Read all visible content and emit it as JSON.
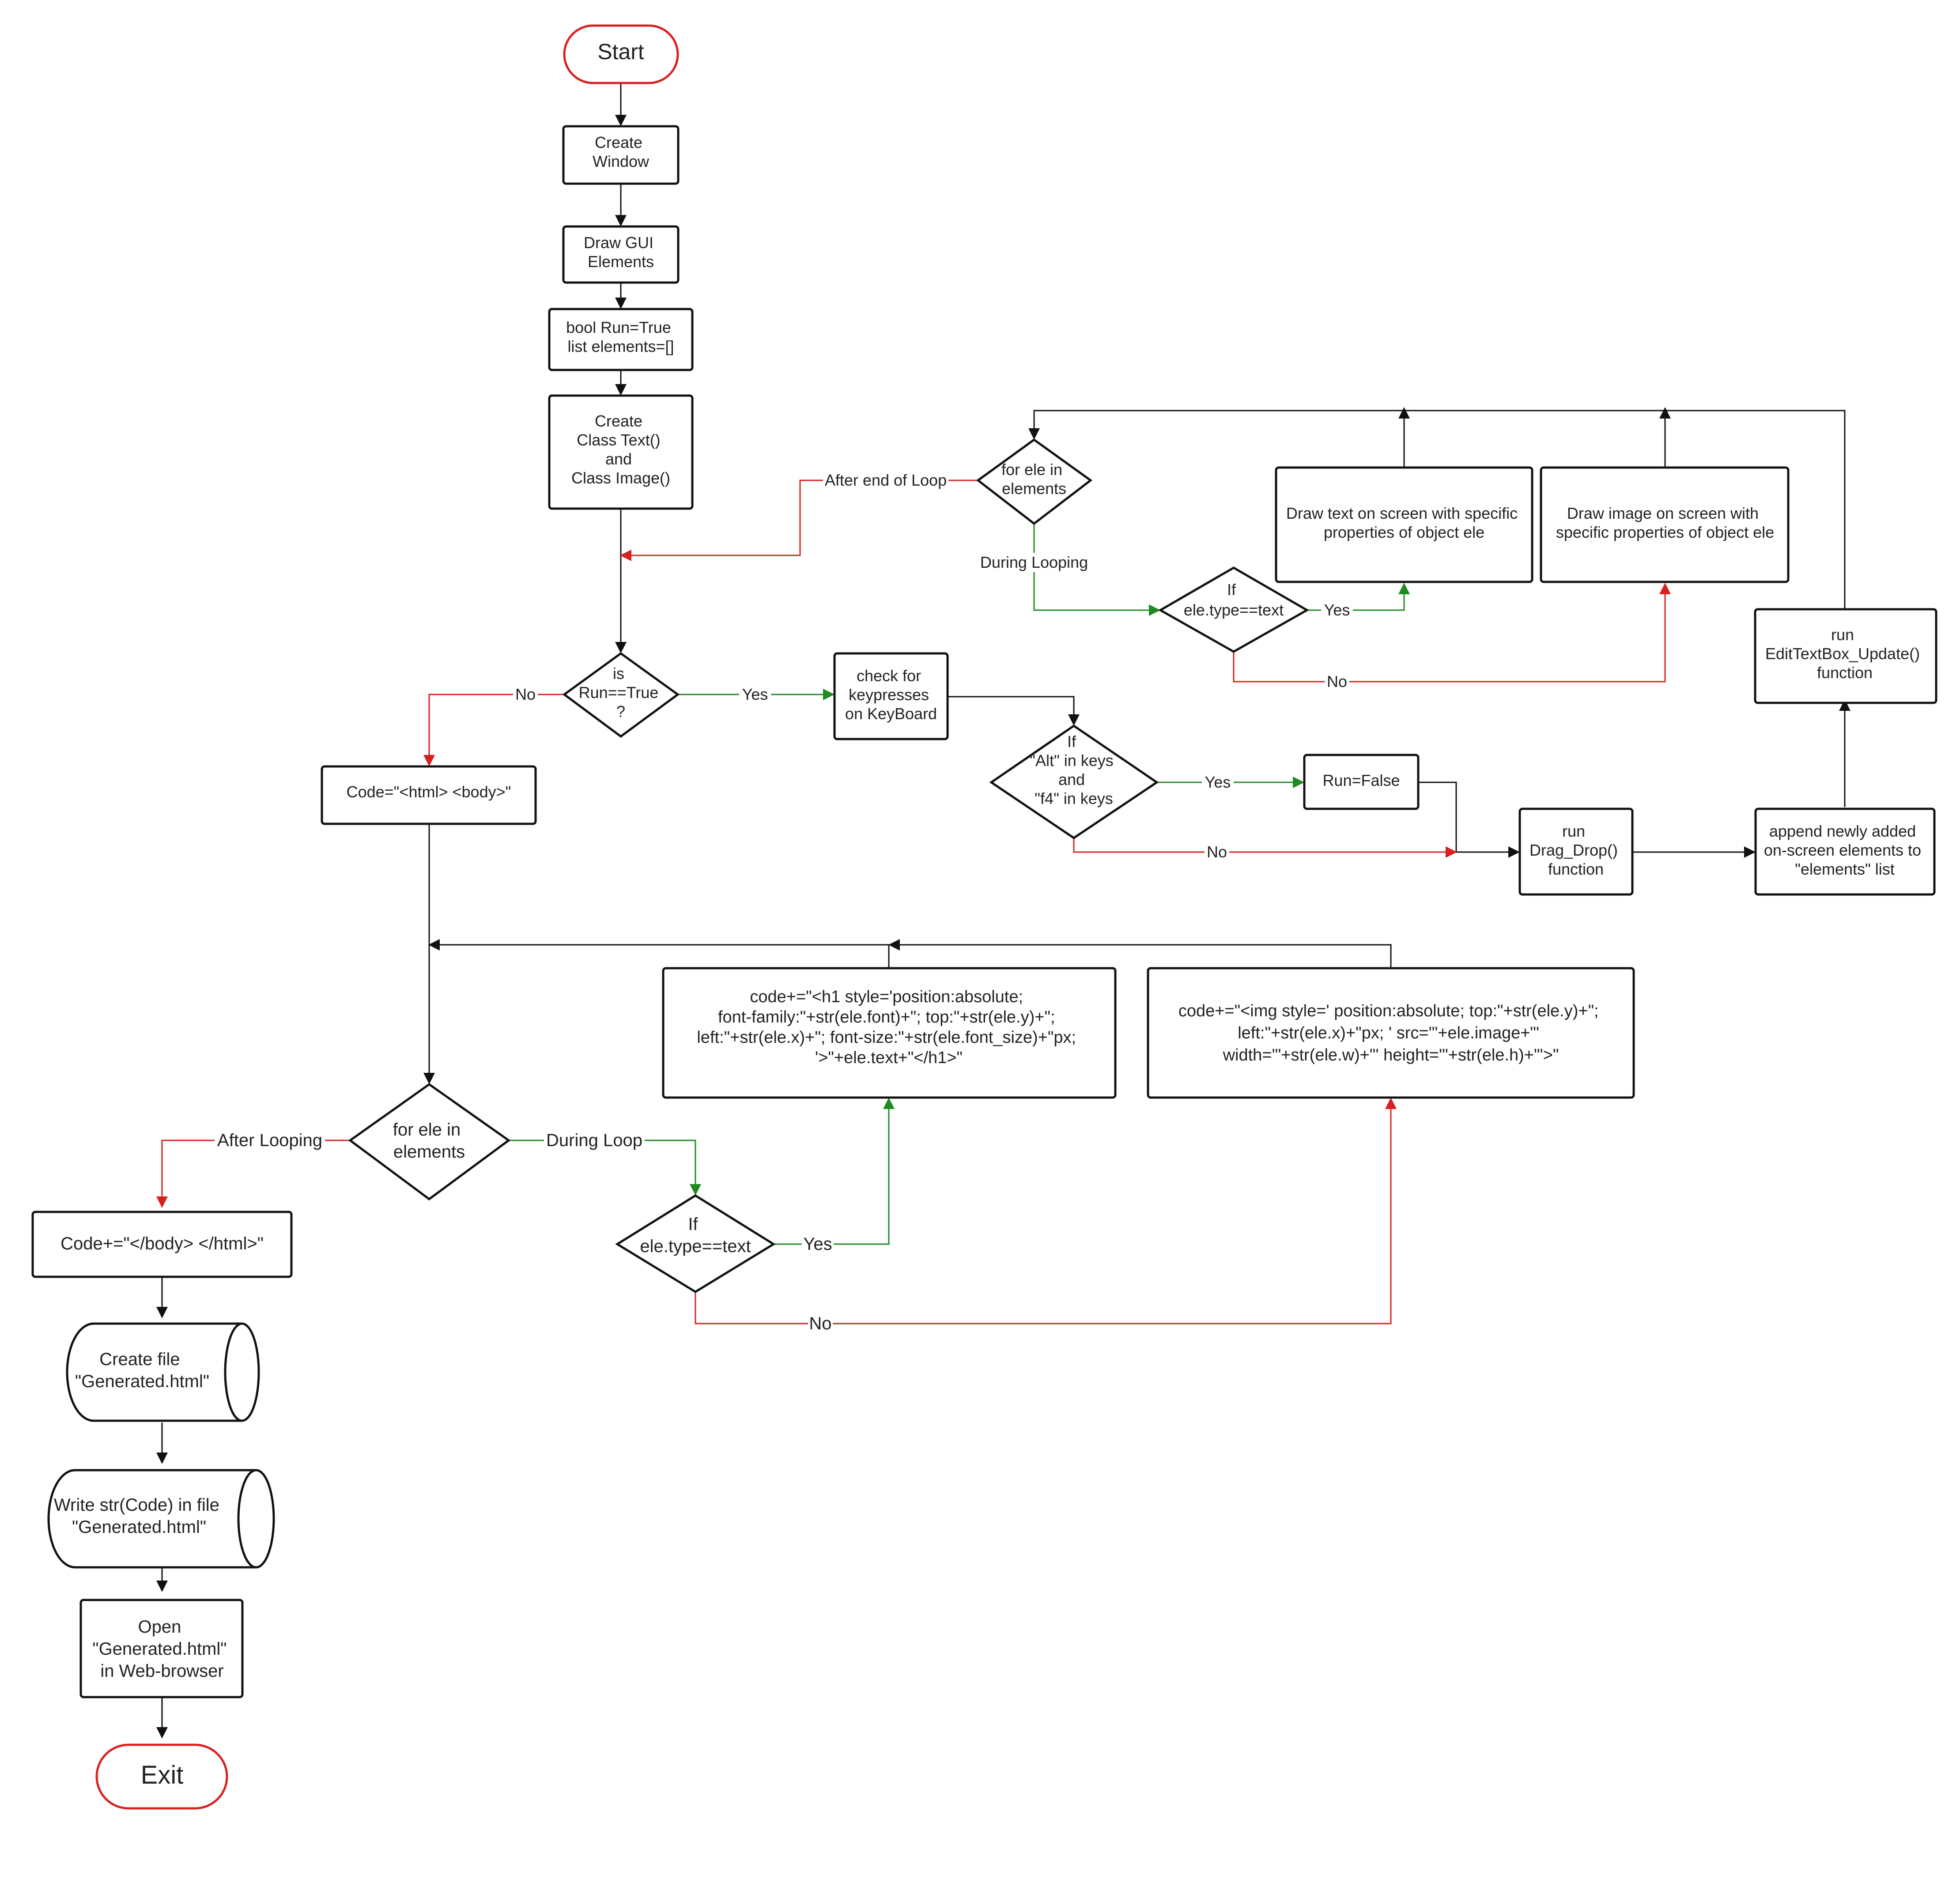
{
  "colors": {
    "stroke": "#111111",
    "yes": "#1f8a1f",
    "no": "#d92020",
    "terminal": "#d92020"
  },
  "nodes": {
    "start": "Start",
    "create_window": [
      "Create",
      "Window"
    ],
    "draw_gui": [
      "Draw GUI",
      "Elements"
    ],
    "init_vars": [
      "bool Run=True",
      "list elements=[]"
    ],
    "create_classes": [
      "Create",
      "Class Text()",
      "and",
      "Class Image()"
    ],
    "loop_top": [
      "for ele in",
      "elements"
    ],
    "draw_text": [
      "Draw text on screen with specific",
      "properties of object ele"
    ],
    "draw_image": [
      "Draw image on screen with",
      "specific properties of object ele"
    ],
    "if_text_top": [
      "If",
      "ele.type==text"
    ],
    "run_edit": [
      "run",
      "EditTextBox_Update()",
      "function"
    ],
    "is_run": [
      "is",
      "Run==True",
      "?"
    ],
    "check_keys": [
      "check for",
      "keypresses",
      "on KeyBoard"
    ],
    "if_alt_f4": [
      "If",
      "\"Alt\" in keys",
      "and",
      "\"f4\" in keys"
    ],
    "run_false": "Run=False",
    "drag_drop": [
      "run",
      "Drag_Drop()",
      "function"
    ],
    "append": [
      "append newly added",
      "on-screen elements to",
      "\"elements\" list"
    ],
    "code_init": "Code=\"<html> <body>\"",
    "code_h1": [
      "code+=\"<h1 style='position:absolute;",
      "font-family:\"+str(ele.font)+\"; top:\"+str(ele.y)+\";",
      "left:\"+str(ele.x)+\"; font-size:\"+str(ele.font_size)+\"px;",
      "'>\"+ele.text+\"</h1>\""
    ],
    "code_img": [
      "code+=\"<img style=' position:absolute; top:\"+str(ele.y)+\";",
      "left:\"+str(ele.x)+\"px; ' src='\"+ele.image+\"'",
      "width='\"+str(ele.w)+\"' height='\"+str(ele.h)+\"'>\""
    ],
    "loop_bottom": [
      "for ele in",
      "elements"
    ],
    "if_text_bottom": [
      "If",
      "ele.type==text"
    ],
    "code_close": "Code+=\"</body> </html>\"",
    "create_file": [
      "Create file",
      "\"Generated.html\""
    ],
    "write_file": [
      "Write str(Code) in file",
      "\"Generated.html\""
    ],
    "open_browser": [
      "Open",
      "\"Generated.html\"",
      "in Web-browser"
    ],
    "exit": "Exit"
  },
  "edge_labels": {
    "after_end_of_loop": "After end of Loop",
    "during_looping": "During Looping",
    "yes_text_top": "Yes",
    "no_text_top": "No",
    "no_run": "No",
    "yes_run": "Yes",
    "yes_alt": "Yes",
    "no_alt": "No",
    "after_looping": "After Looping",
    "during_loop": "During Loop",
    "yes_text_bottom": "Yes",
    "no_text_bottom": "No"
  }
}
